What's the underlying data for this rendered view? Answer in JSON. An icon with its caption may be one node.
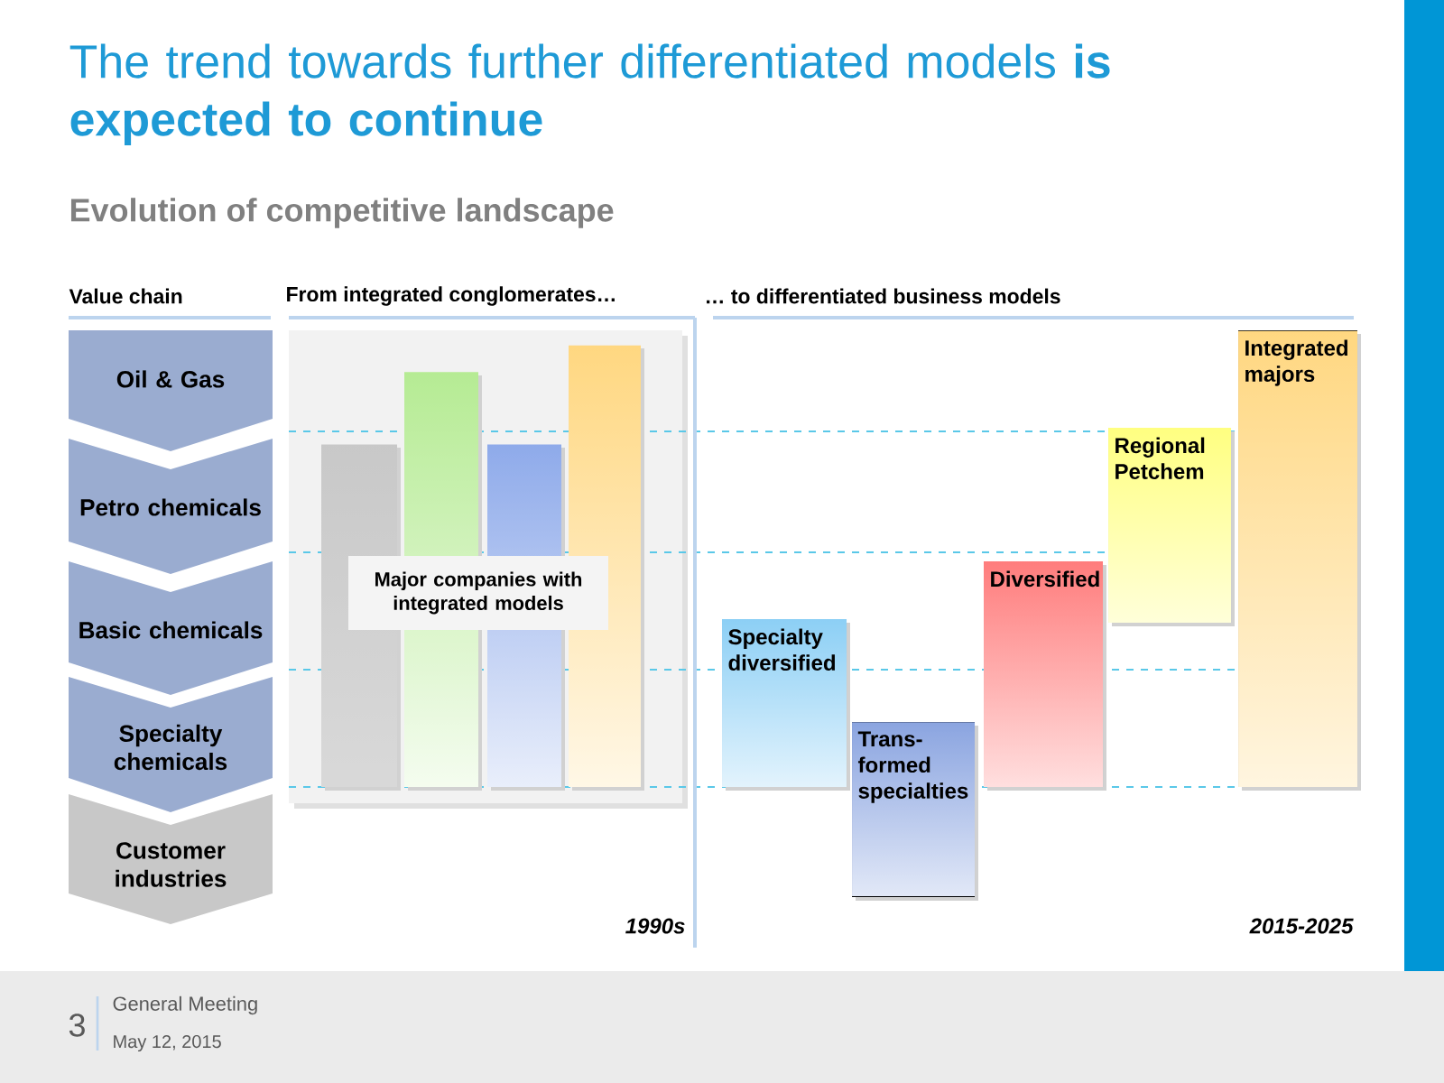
{
  "diagram": {
    "title": "The trend towards further differentiated models **is expected to continue**",
    "nodes": [
      {
        "text": [
          "Oil & Gas"
        ]
      },
      {
        "text": [
          "Petro chemicals"
        ]
      },
      {
        "text": [
          "Basic chemicals"
        ]
      },
      {
        "text": [
          "Specialty chemicals"
        ]
      },
      {
        "text": [
          "Customer industries"
        ]
      },
      {
        "text": [],
        "shape": "bar"
      },
      {
        "text": [],
        "shape": "bar"
      },
      {
        "text": [],
        "shape": "bar"
      },
      {
        "text": [],
        "shape": "bar"
      },
      {
        "text": [
          "Major companies with integrated models"
        ]
      },
      {
        "text": [
          "Specialty diversified"
        ]
      },
      {
        "text": [
          "Trans- formed specialties"
        ]
      },
      {
        "text": [
          "Diversified"
        ]
      },
      {
        "text": [
          "Regional Petchem"
        ]
      },
      {
        "text": [
          "Integrated majors"
        ]
      }
    ],
    "labels": [
      "Evolution of competitive landscape",
      "Value chain",
      "From integrated conglomerates…",
      "… to differentiated business models",
      "1990s",
      "2015-2025",
      "3",
      "General Meeting",
      "May 12, 2015"
    ]
  }
}
